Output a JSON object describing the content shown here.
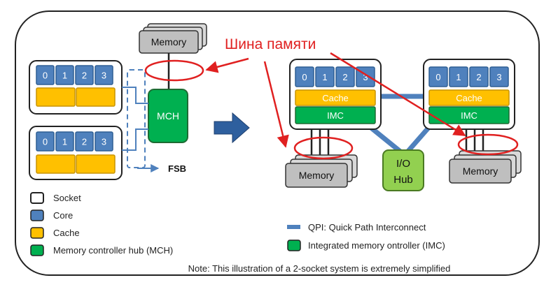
{
  "colors": {
    "core": "#4f81bd",
    "core_border": "#2f5f93",
    "cache": "#ffc000",
    "cache_border": "#c89400",
    "imc": "#00b050",
    "mch": "#00b050",
    "io_hub": "#92d050",
    "memory": "#bfbfbf",
    "qpi": "#4f81bd",
    "annotation": "#e02020",
    "fsb": "#4f81bd",
    "arrow": "#2e5f9e"
  },
  "cores": [
    "0",
    "1",
    "2",
    "3"
  ],
  "left": {
    "memory_label": "Memory",
    "mch_label": "MCH",
    "fsb_label": "FSB"
  },
  "right": {
    "cache_label": "Cache",
    "imc_label": "IMC",
    "io_hub_line1": "I/O",
    "io_hub_line2": "Hub",
    "memory_left_label": "Memory",
    "memory_right_label": "Memory"
  },
  "annotation": {
    "text": "Шина памяти"
  },
  "legend_left": [
    {
      "label": "Socket",
      "icon": "socket-swatch"
    },
    {
      "label": "Core",
      "icon": "core-swatch"
    },
    {
      "label": "Cache",
      "icon": "cache-swatch"
    },
    {
      "label": "Memory controller hub (MCH)",
      "icon": "mch-swatch"
    }
  ],
  "legend_right": [
    {
      "label": "QPI: Quick Path Interconnect",
      "icon": "qpi-line"
    },
    {
      "label": "Integrated memory ontroller (IMC)",
      "icon": "imc-swatch"
    }
  ],
  "note": "Note: This illustration of a 2-socket system is extremely simplified"
}
